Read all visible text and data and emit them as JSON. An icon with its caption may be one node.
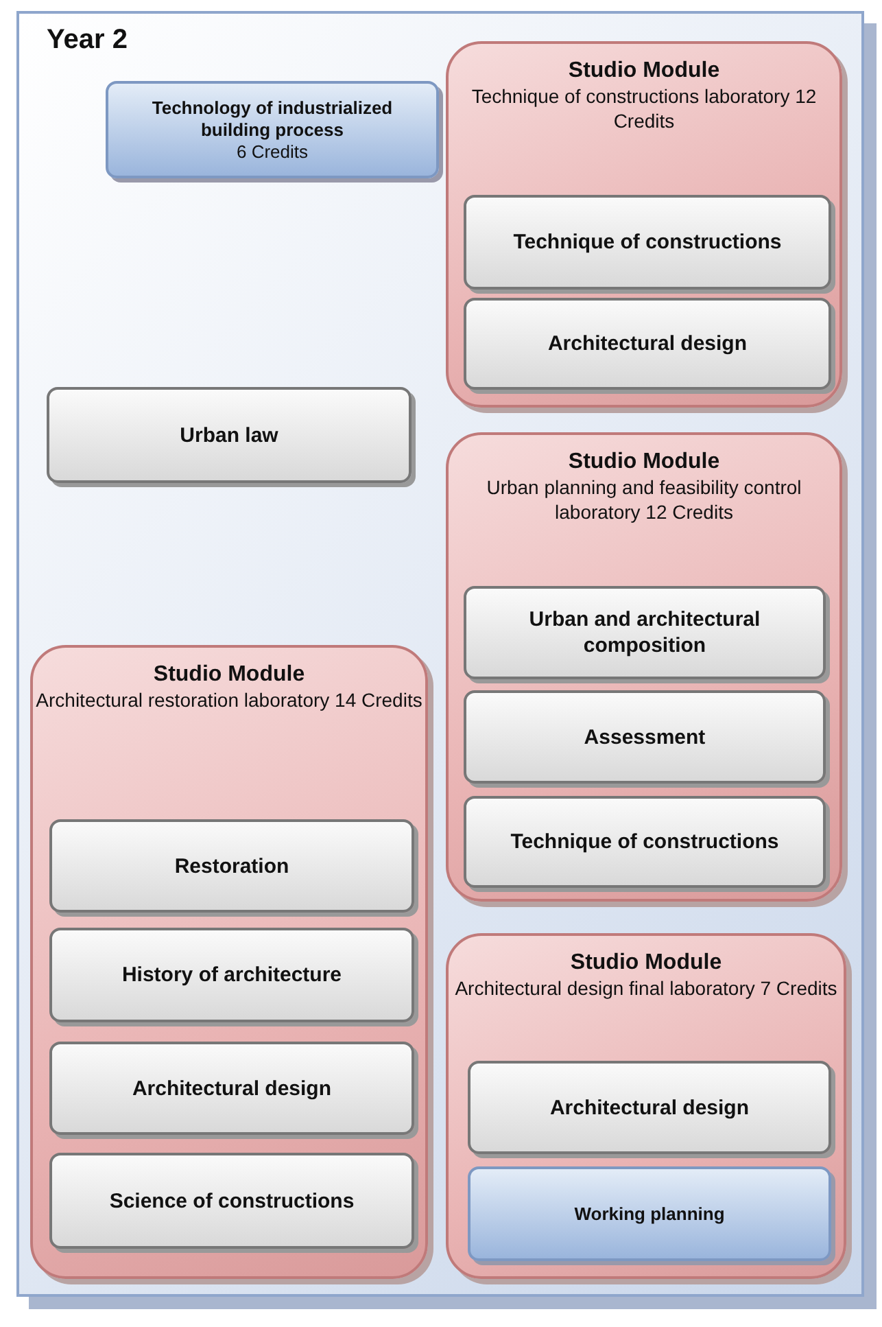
{
  "diagram": {
    "nodes": [
      {
        "text": [
          "Year 2"
        ]
      },
      {
        "text": [
          "Technology of industrialized building process",
          "6 Credits"
        ],
        "in": 0
      },
      {
        "text": [
          "Studio Module",
          "Technique of constructions laboratory 12 Credits"
        ],
        "in": 0
      },
      {
        "text": [
          "Technique of constructions"
        ],
        "in": 2
      },
      {
        "text": [
          "Architectural design"
        ],
        "in": 2
      },
      {
        "text": [
          "Urban law"
        ],
        "in": 0
      },
      {
        "text": [
          "Studio Module",
          "Urban planning and feasibility control laboratory 12 Credits"
        ],
        "in": 0
      },
      {
        "text": [
          "Urban and architectural composition"
        ],
        "in": 6
      },
      {
        "text": [
          "Assessment"
        ],
        "in": 6
      },
      {
        "text": [
          "Technique of constructions"
        ],
        "in": 6
      },
      {
        "text": [
          "Studio Module",
          "Architectural restoration laboratory 14 Credits"
        ],
        "in": 0
      },
      {
        "text": [
          "Restoration"
        ],
        "in": 10
      },
      {
        "text": [
          "History of architecture"
        ],
        "in": 10
      },
      {
        "text": [
          "Architectural design"
        ],
        "in": 10
      },
      {
        "text": [
          "Science of constructions"
        ],
        "in": 10
      },
      {
        "text": [
          "Studio Module",
          "Architectural design final laboratory 7 Credits"
        ],
        "in": 0
      },
      {
        "text": [
          "Architectural design"
        ],
        "in": 15
      },
      {
        "text": [
          "Working planning"
        ],
        "in": 15
      }
    ]
  }
}
